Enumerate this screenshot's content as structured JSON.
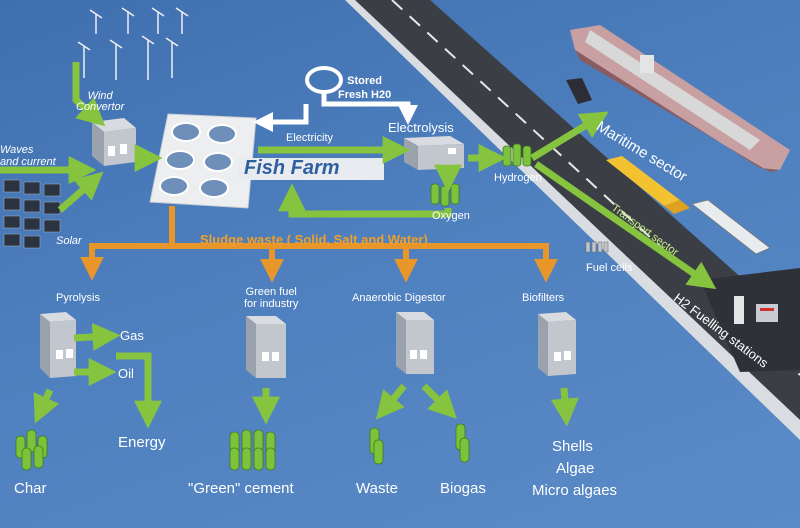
{
  "labels": {
    "wind_convertor": "Wind\nConvertor",
    "waves": "Waves\nand current",
    "solar": "Solar",
    "stored_water": "Stored\nFresh H20",
    "electricity": "Electricity",
    "electrolysis": "Electrolysis",
    "fish_farm": "Fish Farm",
    "hydrogen": "Hydrogen",
    "oxygen": "Oxygen",
    "maritime": "Maritime sector",
    "transport": "Transport sector",
    "fuel_cells": "Fuel cells",
    "h2_fueling": "H2 Fuelling stations",
    "sludge": "Sludge waste ( Solid, Salt and Water)",
    "pyrolysis": "Pyrolysis",
    "green_fuel": "Green fuel\nfor industry",
    "anaerobic": "Anaerobic Digestor",
    "biofilters": "Biofilters",
    "gas": "Gas",
    "oil": "Oil",
    "energy": "Energy",
    "char": "Char",
    "green_cement": "\"Green\" cement",
    "waste": "Waste",
    "biogas": "Biogas",
    "shells": "Shells",
    "algae": "Algae",
    "micro_algaes": "Micro algaes"
  },
  "colors": {
    "arrow_green": "#86c43f",
    "arrow_orange": "#e8962a",
    "arrow_white": "#ffffff",
    "background": "#4a78b4"
  }
}
